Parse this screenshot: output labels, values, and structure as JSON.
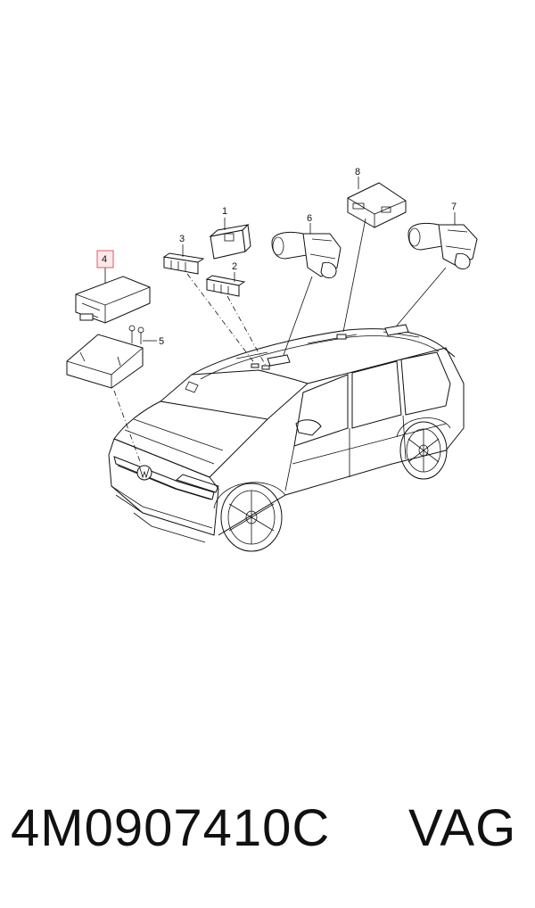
{
  "diagram": {
    "callouts": [
      "1",
      "2",
      "3",
      "4",
      "5",
      "6",
      "7",
      "8"
    ],
    "highlighted_callout": "4",
    "highlight_color": "#e05a6a"
  },
  "footer": {
    "part_number": "4M0907410C",
    "brand": "VAG"
  }
}
